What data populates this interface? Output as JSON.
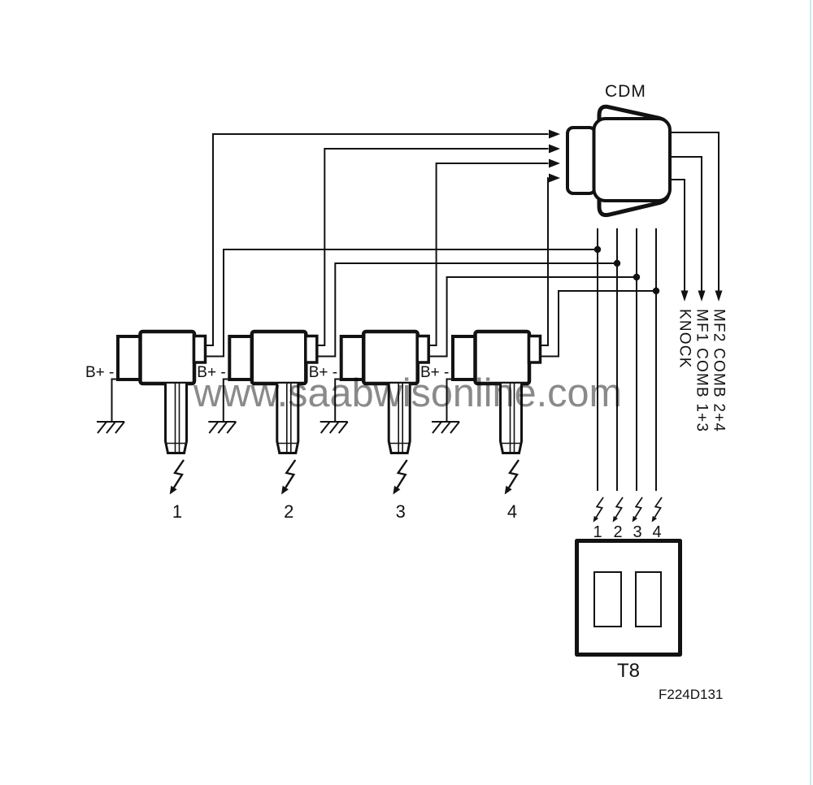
{
  "diagram_title": "CDM",
  "watermark": "www.saabwisonline.com",
  "figure_code": "F224D131",
  "cdm": {
    "label": "CDM",
    "pin_labels": [
      "KNOCK",
      "MF1 COMB 1+3",
      "MF2 COMB 2+4"
    ]
  },
  "coils": [
    {
      "terminal": "B+ -",
      "number": "1"
    },
    {
      "terminal": "B+ -",
      "number": "2"
    },
    {
      "terminal": "B+ -",
      "number": "3"
    },
    {
      "terminal": "B+ -",
      "number": "4"
    }
  ],
  "t8": {
    "label": "T8",
    "pins": [
      "1",
      "2",
      "3",
      "4"
    ]
  },
  "colors": {
    "line": "#121212",
    "watermark": "#8a8a8a",
    "page_edge": "#cfe9e9"
  }
}
